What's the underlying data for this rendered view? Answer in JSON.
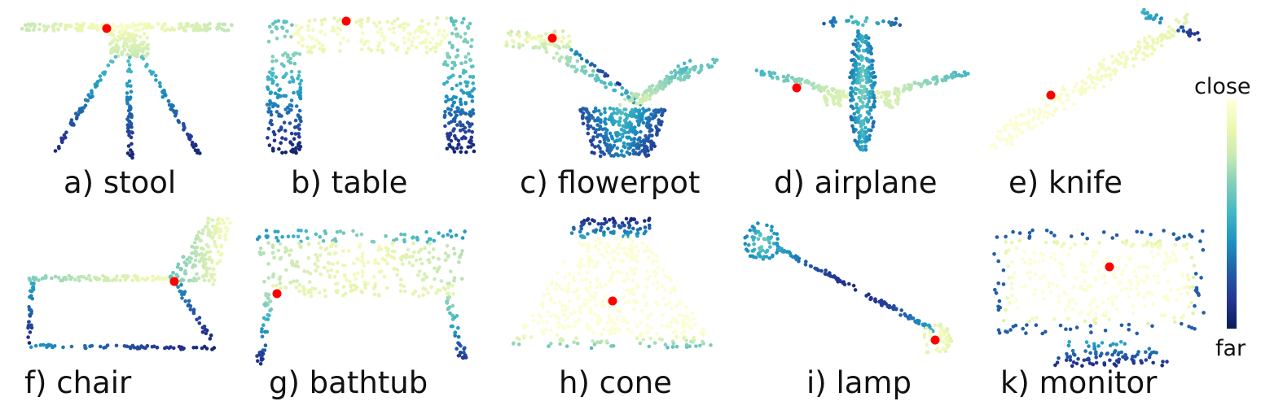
{
  "panels": [
    {
      "id": "a",
      "caption": "a) stool"
    },
    {
      "id": "b",
      "caption": "b) table"
    },
    {
      "id": "c",
      "caption": "c) flowerpot"
    },
    {
      "id": "d",
      "caption": "d) airplane"
    },
    {
      "id": "e",
      "caption": "e) knife"
    },
    {
      "id": "f",
      "caption": "f) chair"
    },
    {
      "id": "g",
      "caption": "g) bathtub"
    },
    {
      "id": "h",
      "caption": "h) cone"
    },
    {
      "id": "i",
      "caption": "i) lamp"
    },
    {
      "id": "k",
      "caption": "k) monitor"
    }
  ],
  "colorbar": {
    "top_label": "close",
    "bottom_label": "far",
    "colors": [
      "#ffffd9",
      "#edf8b1",
      "#c7e9b4",
      "#7fcdbb",
      "#41b6c4",
      "#1d91c0",
      "#225ea8",
      "#253494",
      "#081d58"
    ]
  },
  "query_point_color": "#ff0000"
}
